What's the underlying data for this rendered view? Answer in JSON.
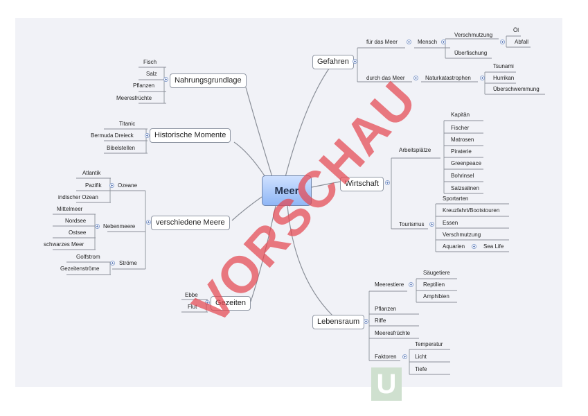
{
  "center": {
    "label": "Meer"
  },
  "branches": {
    "gefahren": {
      "label": "Gefahren"
    },
    "fuer_das_meer": {
      "label": "für das Meer"
    },
    "mensch": {
      "label": "Mensch"
    },
    "verschmutzung": {
      "label": "Verschmutzung"
    },
    "oel": {
      "label": "Öl"
    },
    "abfall": {
      "label": "Abfall"
    },
    "ueberfischung": {
      "label": "Überfischung"
    },
    "durch_das_meer": {
      "label": "durch das Meer"
    },
    "naturkatastrophen": {
      "label": "Naturkatastrophen"
    },
    "tsunami": {
      "label": "Tsunami"
    },
    "hurrikan": {
      "label": "Hurrikan"
    },
    "ueberschwemmung": {
      "label": "Überschwemmung"
    },
    "wirtschaft": {
      "label": "Wirtschaft"
    },
    "arbeitsplaetze": {
      "label": "Arbeitsplätze"
    },
    "kapitaen": {
      "label": "Kapitän"
    },
    "fischer": {
      "label": "Fischer"
    },
    "matrosen": {
      "label": "Matrosen"
    },
    "piraterie": {
      "label": "Piraterie"
    },
    "greenpeace": {
      "label": "Greenpeace"
    },
    "bohrinsel": {
      "label": "Bohrinsel"
    },
    "salzsalinen": {
      "label": "Salzsalinen"
    },
    "tourismus": {
      "label": "Tourismus"
    },
    "sportarten": {
      "label": "Sportarten"
    },
    "kreuzfahrt": {
      "label": "Kreuzfahrt/Bootstouren"
    },
    "essen": {
      "label": "Essen"
    },
    "verschmutzung2": {
      "label": "Verschmutzung"
    },
    "aquarien": {
      "label": "Aquarien"
    },
    "sealife": {
      "label": "Sea Life"
    },
    "lebensraum": {
      "label": "Lebensraum"
    },
    "meerestiere": {
      "label": "Meerestiere"
    },
    "saeugetiere": {
      "label": "Säugetiere"
    },
    "reptilien": {
      "label": "Reptilien"
    },
    "amphibien": {
      "label": "Amphibien"
    },
    "pflanzen2": {
      "label": "Pflanzen"
    },
    "riffe": {
      "label": "Riffe"
    },
    "meeresfruechte2": {
      "label": "Meeresfrüchte"
    },
    "faktoren": {
      "label": "Faktoren"
    },
    "temperatur": {
      "label": "Temperatur"
    },
    "licht": {
      "label": "Licht"
    },
    "tiefe": {
      "label": "Tiefe"
    },
    "nahrungsgrundlage": {
      "label": "Nahrungsgrundlage"
    },
    "fisch": {
      "label": "Fisch"
    },
    "salz": {
      "label": "Salz"
    },
    "pflanzen": {
      "label": "Pflanzen"
    },
    "meeresfruechte": {
      "label": "Meeresfrüchte"
    },
    "historische_momente": {
      "label": "Historische Momente"
    },
    "titanic": {
      "label": "Titanic"
    },
    "bermuda": {
      "label": "Bermuda Dreieck"
    },
    "bibelstellen": {
      "label": "Bibelstellen"
    },
    "verschiedene_meere": {
      "label": "verschiedene Meere"
    },
    "ozeane": {
      "label": "Ozeane"
    },
    "atlantik": {
      "label": "Atlantik"
    },
    "pazifik": {
      "label": "Pazifik"
    },
    "indischer": {
      "label": "indischer Ozean"
    },
    "nebenmeere": {
      "label": "Nebenmeere"
    },
    "mittelmeer": {
      "label": "Mittelmeer"
    },
    "nordsee": {
      "label": "Nordsee"
    },
    "ostsee": {
      "label": "Ostsee"
    },
    "schwarzes": {
      "label": "schwarzes Meer"
    },
    "stroeme": {
      "label": "Ströme"
    },
    "golfstrom": {
      "label": "Golfstrom"
    },
    "gezeitenstroeme": {
      "label": "Gezeitenströme"
    },
    "gezeiten": {
      "label": "Gezeiten"
    },
    "ebbe": {
      "label": "Ebbe"
    },
    "flut": {
      "label": "Flut"
    }
  },
  "watermark": "VORSCHAU",
  "logo": "U",
  "colors": {
    "background": "#f1f2f7",
    "center_fill": "#8fb6f5",
    "connector": "#8a8f98",
    "watermark": "#e44650"
  }
}
